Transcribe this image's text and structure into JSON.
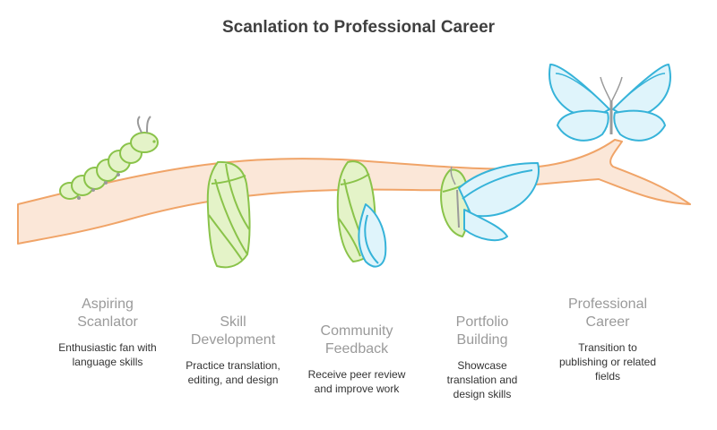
{
  "title": "Scanlation to Professional Career",
  "colors": {
    "branch_fill": "#fbe7d8",
    "branch_stroke": "#f0a468",
    "green_fill": "#e4f3c8",
    "green_stroke": "#8ac34a",
    "blue_fill": "#dff4fb",
    "blue_stroke": "#36b3d9",
    "gray": "#9a9a9a"
  },
  "stages": [
    {
      "name": "Aspiring\nScanlator",
      "description": "Enthusiastic fan with\nlanguage skills",
      "icon": "caterpillar-icon"
    },
    {
      "name": "Skill\nDevelopment",
      "description": "Practice translation,\nediting, and design",
      "icon": "cocoon-icon"
    },
    {
      "name": "Community\nFeedback",
      "description": "Receive peer review\nand improve work",
      "icon": "opening-cocoon-icon"
    },
    {
      "name": "Portfolio\nBuilding",
      "description": "Showcase\ntranslation and\ndesign skills",
      "icon": "emerging-butterfly-icon"
    },
    {
      "name": "Professional\nCareer",
      "description": "Transition to\npublishing or related\nfields",
      "icon": "butterfly-icon"
    }
  ]
}
